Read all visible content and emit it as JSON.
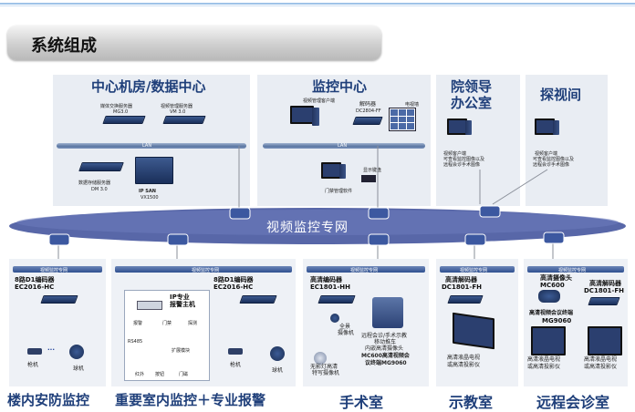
{
  "slide": {
    "title": "系统组成"
  },
  "network": {
    "cloud_label": "视频监控专网"
  },
  "sections": {
    "data_center": {
      "title": "中心机房/数据中心",
      "media_server": "媒体交换服务器",
      "media_server_model": "MG3.0",
      "video_mgmt_server": "视频管理服务器",
      "video_mgmt_model": "VM 3.0",
      "lan": "LAN",
      "data_storage": "数据存储服务器",
      "data_storage_model": "DM 3.0",
      "ipsan": "IP SAN",
      "ipsan_model": "VX1500"
    },
    "monitor_center": {
      "title": "监控中心",
      "client": "视频管理客户端",
      "decoder": "解码器",
      "decoder_model": "DC2804-FF",
      "tv_wall": "电视墙",
      "lan": "LAN",
      "keyboard": "显示键盘",
      "door_software": "门禁管理软件"
    },
    "office": {
      "title_line1": "院领导",
      "title_line2": "办公室",
      "client_line1": "视频客户端",
      "client_line2": "可查看监控图像以及",
      "client_line3": "远程会诊手术图像"
    },
    "visit": {
      "title": "探视间",
      "client_line1": "视频客户端",
      "client_line2": "可查看监控图像以及",
      "client_line3": "远程会诊手术图像"
    },
    "building": {
      "lan": "视频监控专网",
      "encoder": "8路D1编码器",
      "encoder_model": "EC2016-HC",
      "camera_gun": "枪机",
      "dots": "···",
      "camera_dome": "球机",
      "label": "楼内安防监控"
    },
    "indoor": {
      "lan": "视频监控专网",
      "alarm_host_line1": "IP专业",
      "alarm_host_line2": "报警主机",
      "small_a": "报警",
      "small_b": "门禁",
      "small_c": "探测",
      "rs485": "RS485",
      "expand": "扩展模块",
      "small_d": "红外",
      "small_e": "按钮",
      "small_f": "门磁",
      "encoder": "8路D1编码器",
      "encoder_model": "EC2016-HC",
      "camera_gun": "枪机",
      "camera_dome": "球机",
      "label": "重要室内监控＋专业报警"
    },
    "surgery": {
      "lan": "视频监控专网",
      "encoder": "高清编码器",
      "encoder_model": "EC1801-HH",
      "pano_line1": "全景",
      "pano_line2": "摄像机",
      "shadowless_line1": "无影灯高清",
      "shadowless_line2": "特写摄像机",
      "cart_line1": "远程会诊/手术示教",
      "cart_line2": "移动推车",
      "cart_line3": "内嵌高清摄像头",
      "cart_line4": "MC600高清视频会",
      "cart_line5": "议终端MG9060",
      "label": "手术室"
    },
    "teaching": {
      "lan": "视频监控专网",
      "decoder": "高清解码器",
      "decoder_model": "DC1801-FH",
      "display_line1": "高清液晶电视",
      "display_line2": "或高清投影仪",
      "label": "示教室"
    },
    "remote": {
      "lan": "视频监控专网",
      "camera": "高清摄像头",
      "camera_model": "MC600",
      "decoder": "高清解码器",
      "decoder_model": "DC1801-FH",
      "terminal": "高清视频会议终端",
      "terminal_model": "MG9060",
      "display_a_line1": "高清液晶电视",
      "display_a_line2": "或高清投影仪",
      "display_b_line1": "高清液晶电视",
      "display_b_line2": "或高清投影仪",
      "label": "远程会诊室"
    }
  },
  "colors": {
    "header_text": "#1f3f7a",
    "cloud": "#5867a8",
    "panel": "#e9edf3"
  }
}
